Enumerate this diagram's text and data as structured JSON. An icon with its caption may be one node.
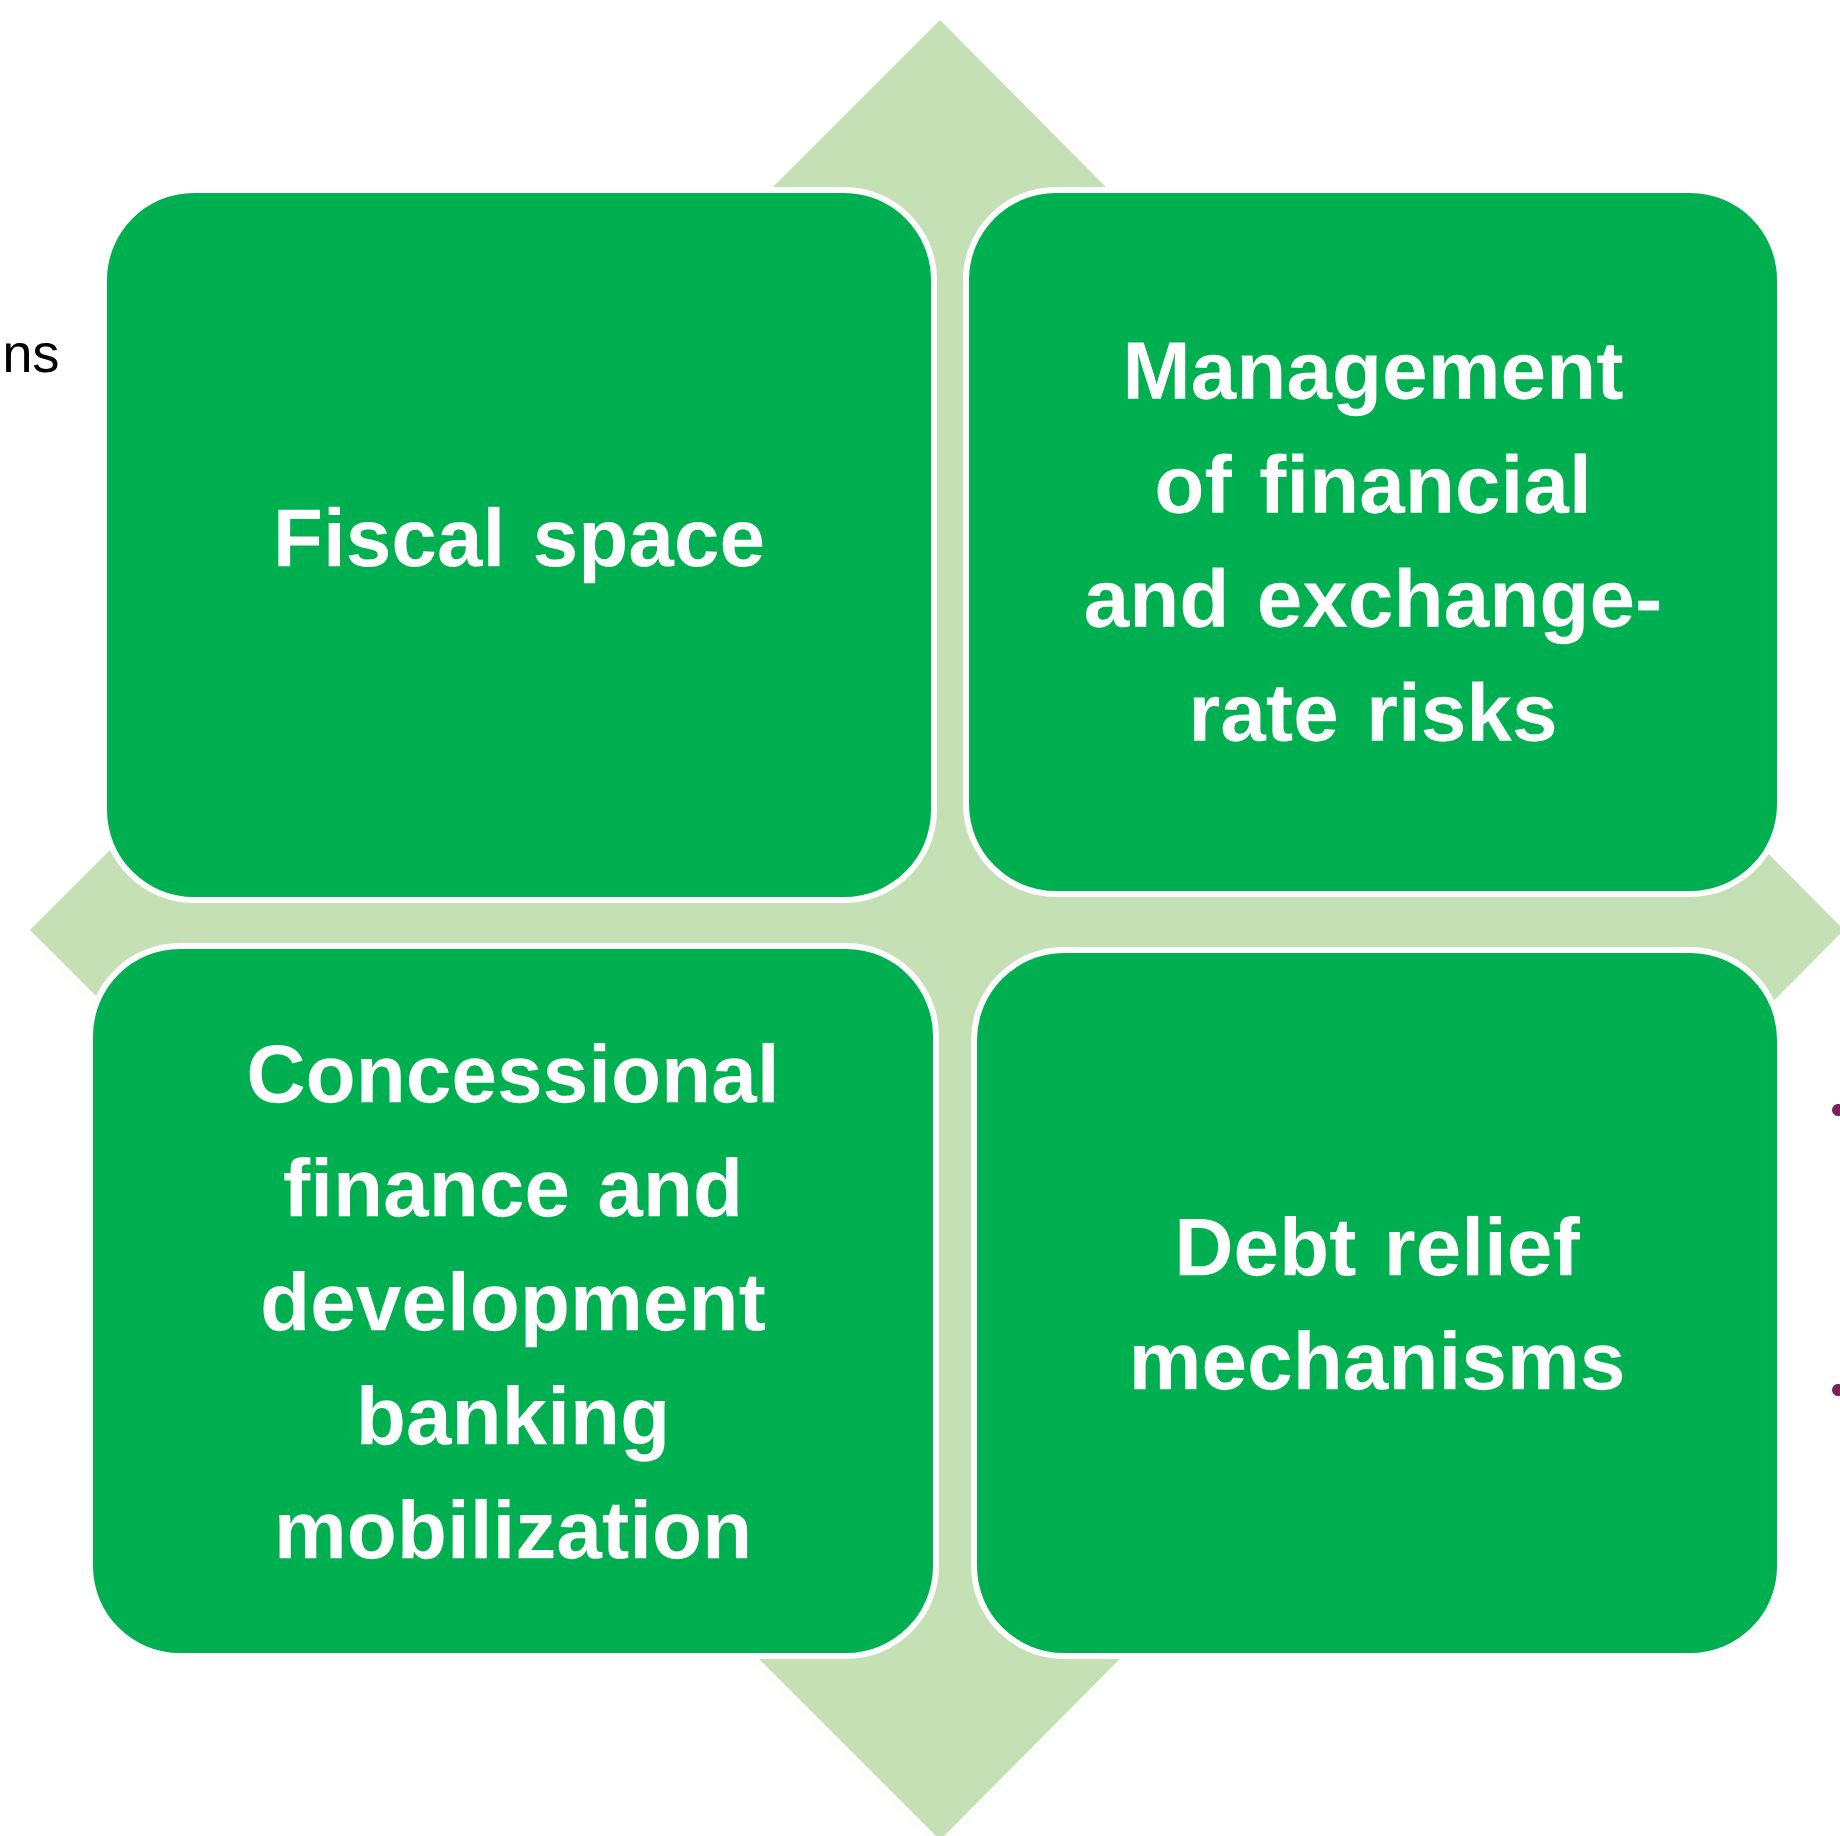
{
  "diagram": {
    "nodes": [
      {
        "text": [
          "Fiscal space"
        ]
      },
      {
        "text": [
          "Management of financial and exchange-rate risks"
        ]
      },
      {
        "text": [
          "Concessional finance and development banking mobilization"
        ]
      },
      {
        "text": [
          "Debt relief mechanisms"
        ]
      }
    ],
    "labels": [
      "ns"
    ]
  }
}
